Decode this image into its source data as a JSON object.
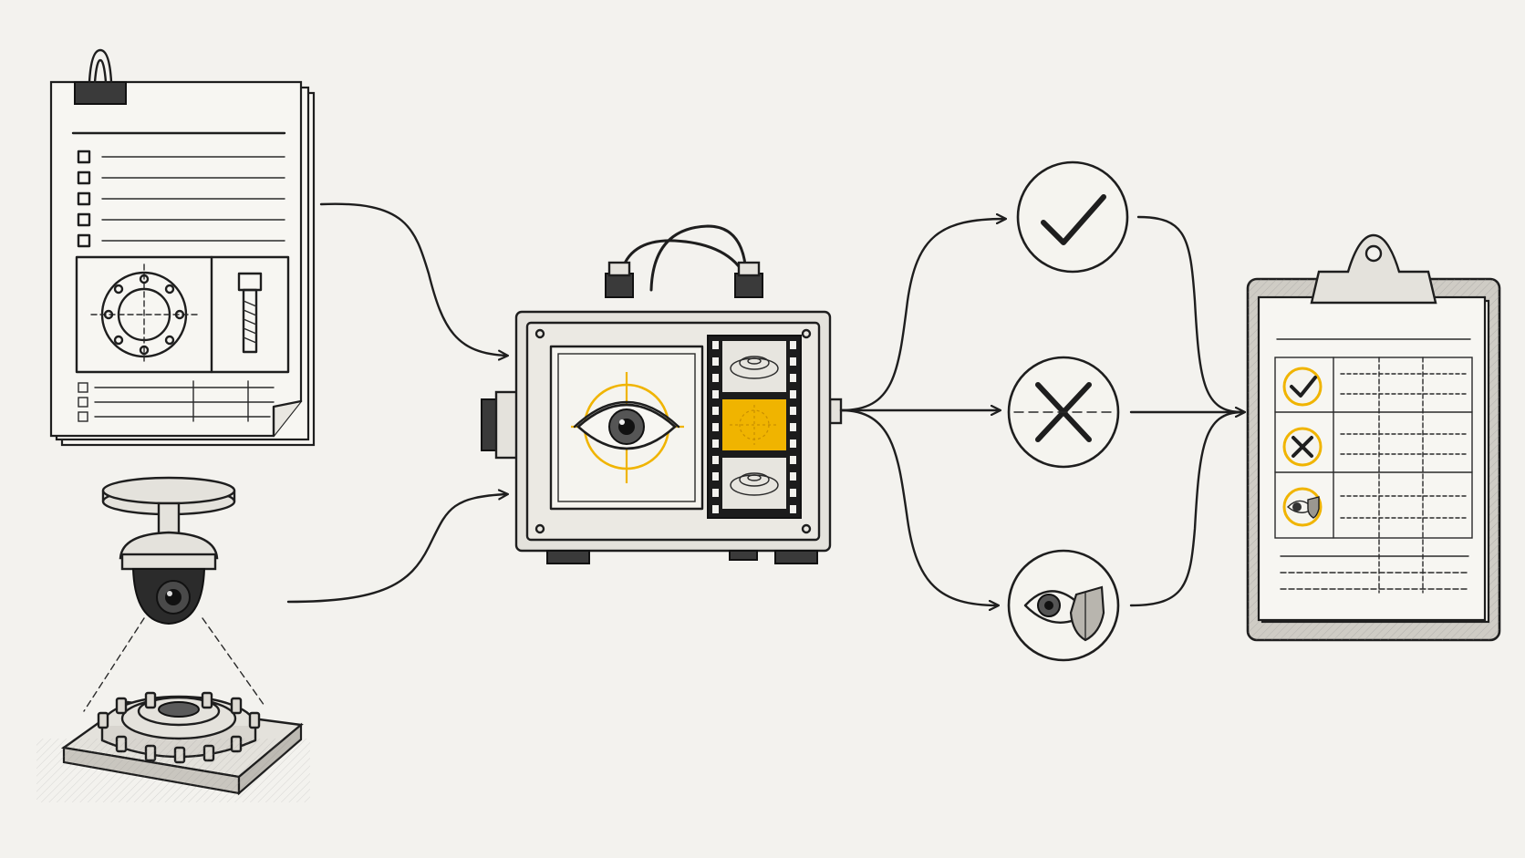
{
  "diagram": {
    "nodes": [
      {
        "id": "spec-document",
        "icon": "spec-document-icon"
      },
      {
        "id": "dome-camera",
        "icon": "camera-icon"
      },
      {
        "id": "part",
        "icon": "flange-part-icon"
      },
      {
        "id": "inspection-unit",
        "icon": "vision-box-icon"
      },
      {
        "id": "pass",
        "icon": "check-icon"
      },
      {
        "id": "fail",
        "icon": "cross-icon"
      },
      {
        "id": "review",
        "icon": "eye-shield-icon"
      },
      {
        "id": "report",
        "icon": "clipboard-icon"
      }
    ],
    "edges": [
      {
        "from": "spec-document",
        "to": "inspection-unit"
      },
      {
        "from": "dome-camera",
        "to": "inspection-unit"
      },
      {
        "from": "inspection-unit",
        "to": "pass"
      },
      {
        "from": "inspection-unit",
        "to": "fail"
      },
      {
        "from": "inspection-unit",
        "to": "review"
      },
      {
        "from": "pass",
        "to": "report"
      },
      {
        "from": "fail",
        "to": "report"
      },
      {
        "from": "review",
        "to": "report"
      }
    ]
  },
  "colors": {
    "background": "#f3f2ee",
    "ink": "#1e1e1e",
    "accent": "#f0b400"
  }
}
